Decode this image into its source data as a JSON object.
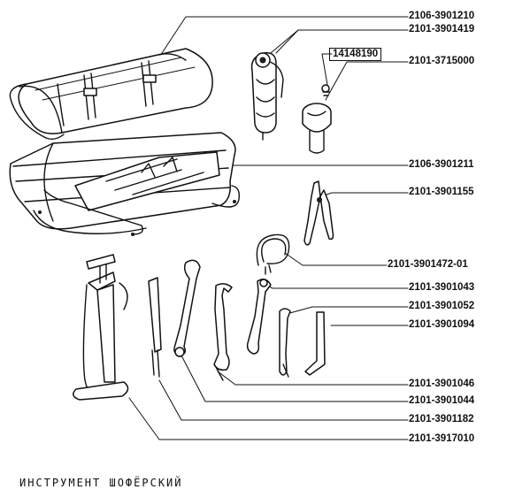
{
  "part_numbers": [
    "2106-3901210",
    "2101-3901419",
    "14148190",
    "2101-3715000",
    "2106-3901211",
    "2101-3901155",
    "2101-3901472-01",
    "2101-3901043",
    "2101-3901052",
    "2101-3901094",
    "2101-3901046",
    "2101-3901044",
    "2101-3901182",
    "2101-3917010"
  ],
  "caption": "ИНСТРУМЕНТ ШОФЁРСКИЙ"
}
